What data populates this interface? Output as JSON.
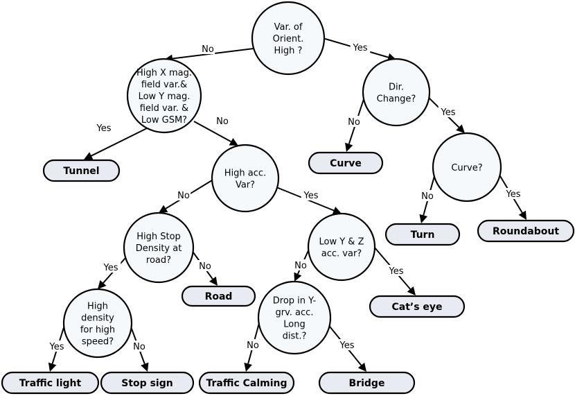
{
  "colors": {
    "node_fill": "#f5f9fc",
    "leaf_fill": "#e8ebf2",
    "stroke": "#000000"
  },
  "nodes": {
    "orient": {
      "lines": [
        "Var. of",
        "Orient.",
        "High ?"
      ]
    },
    "mag": {
      "lines": [
        "High X mag.",
        "field var.&",
        "Low Y mag.",
        "field var. &",
        "Low GSM?"
      ]
    },
    "dir": {
      "lines": [
        "Dir.",
        "Change?"
      ]
    },
    "acc": {
      "lines": [
        "High acc.",
        "Var?"
      ]
    },
    "curve_q": {
      "lines": [
        "Curve?"
      ]
    },
    "stop_density": {
      "lines": [
        "High Stop",
        "Density at",
        "road?"
      ]
    },
    "yz": {
      "lines": [
        "Low Y & Z",
        "acc. var?"
      ]
    },
    "high_density": {
      "lines": [
        "High",
        "density",
        "for high",
        "speed?"
      ]
    },
    "drop": {
      "lines": [
        "Drop in Y-",
        "grv. acc.",
        "Long",
        "dist.?"
      ]
    }
  },
  "leaves": {
    "tunnel": "Tunnel",
    "curve": "Curve",
    "turn": "Turn",
    "roundabout": "Roundabout",
    "road": "Road",
    "cats_eye": "Cat’s eye",
    "traffic_light": "Traffic light",
    "stop_sign": "Stop sign",
    "traffic_calming": "Traffic Calming",
    "bridge": "Bridge"
  },
  "edges": {
    "orient_no": "No",
    "orient_yes": "Yes",
    "mag_yes": "Yes",
    "mag_no": "No",
    "dir_no": "No",
    "dir_yes": "Yes",
    "acc_no": "No",
    "acc_yes": "Yes",
    "curve_no": "No",
    "curve_yes": "Yes",
    "stop_yes": "Yes",
    "stop_no": "No",
    "yz_no": "No",
    "yz_yes": "Yes",
    "density_yes": "Yes",
    "density_no": "No",
    "drop_no": "No",
    "drop_yes": "Yes"
  }
}
